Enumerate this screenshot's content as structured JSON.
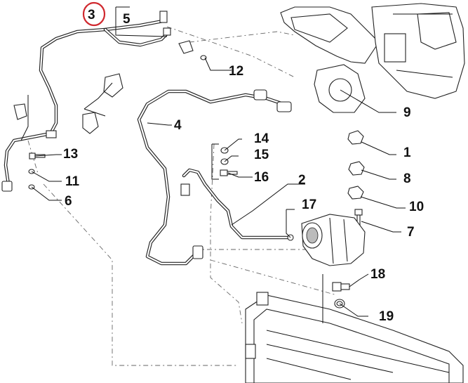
{
  "labels": {
    "l1": "1",
    "l2": "2",
    "l3": "3",
    "l4": "4",
    "l5": "5",
    "l6": "6",
    "l7": "7",
    "l8": "8",
    "l9": "9",
    "l10": "10",
    "l11": "11",
    "l12": "12",
    "l13": "13",
    "l14": "14",
    "l15": "15",
    "l16": "16",
    "l17": "17",
    "l18": "18",
    "l19": "19"
  },
  "colors": {
    "highlight": "#d0282e",
    "ink": "#111111"
  },
  "highlighted_label": "3"
}
